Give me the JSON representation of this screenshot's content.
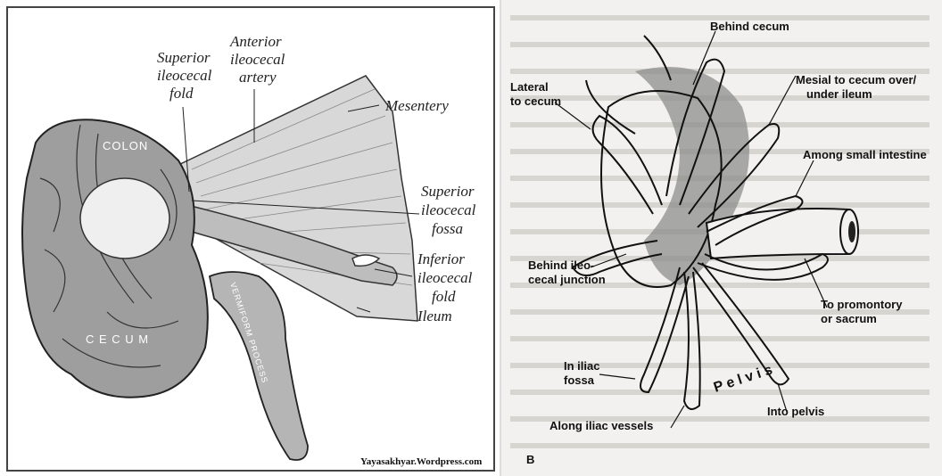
{
  "left": {
    "labels": {
      "superior_fold_1": "Superior",
      "superior_fold_2": "ileocecal",
      "superior_fold_3": "fold",
      "anterior_1": "Anterior",
      "anterior_2": "ileocecal",
      "anterior_3": "artery",
      "mesentery": "Mesentery",
      "colon": "COLON",
      "sup_fossa_1": "Superior",
      "sup_fossa_2": "ileocecal",
      "sup_fossa_3": "fossa",
      "inf_fold_1": "Inferior",
      "inf_fold_2": "ileocecal",
      "inf_fold_3": "fold",
      "ileum": "Ileum",
      "cecum": "C E C U M",
      "process": "VERMIFORM PROCESS",
      "watermark": "Yayasakhyar.Wordpress.com"
    }
  },
  "right": {
    "labels": {
      "behind_cecum": "Behind cecum",
      "lateral_1": "Lateral",
      "lateral_2": "to cecum",
      "mesial_1": "Mesial to cecum over/",
      "mesial_2": "under ileum",
      "among_small": "Among small intestine",
      "behind_ileo_1": "Behind ileo-",
      "behind_ileo_2": "cecal junction",
      "promontory_1": "To promontory",
      "promontory_2": "or sacrum",
      "pelvis_word": "P e l v i s",
      "iliac_fossa_1": "In iliac",
      "iliac_fossa_2": "fossa",
      "along_iliac": "Along iliac vessels",
      "into_pelvis": "Into pelvis",
      "figure_letter": "B"
    }
  }
}
